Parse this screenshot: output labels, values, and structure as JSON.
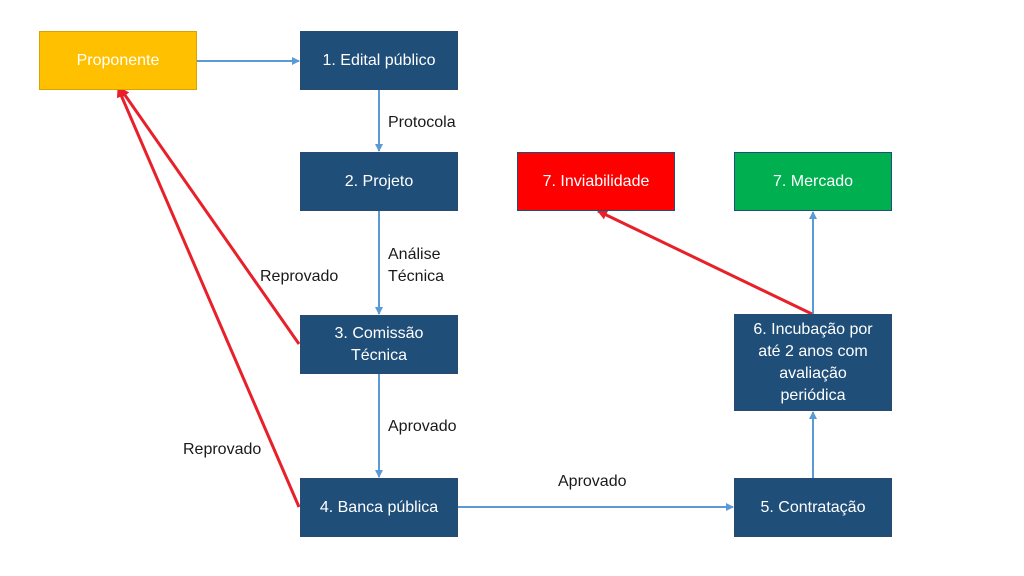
{
  "nodes": {
    "proponente": "Proponente",
    "edital": "1. Edital público",
    "projeto": "2. Projeto",
    "comissao": "3. Comissão Técnica",
    "banca": "4. Banca pública",
    "contratacao": "5. Contratação",
    "incubacao": "6. Incubação por até 2 anos com avaliação periódica",
    "inviabilidade": "7. Inviabilidade",
    "mercado": "7. Mercado"
  },
  "edges": {
    "protocola": "Protocola",
    "analise": "Análise\nTécnica",
    "aprovado_1": "Aprovado",
    "aprovado_2": "Aprovado",
    "reprovado_1": "Reprovado",
    "reprovado_2": "Reprovado"
  },
  "colors": {
    "node_blue": "#1f4e79",
    "node_yellow": "#ffc000",
    "node_red": "#ff0000",
    "node_green": "#00b050",
    "arrow_blue": "#5b9bd5",
    "arrow_red": "#e8202a"
  }
}
